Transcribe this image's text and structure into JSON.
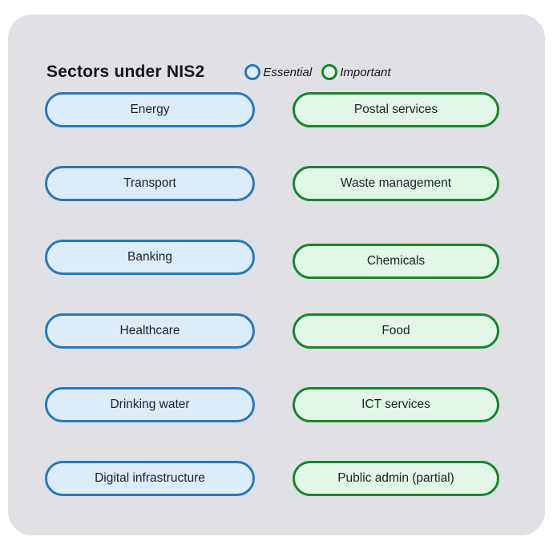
{
  "title": "Sectors under NIS2",
  "legend": [
    {
      "label": "Essential",
      "type": "essential"
    },
    {
      "label": "Important",
      "type": "important"
    }
  ],
  "colors": {
    "card_bg": "#dfe1e4",
    "essential_fill": "#dcecfb",
    "essential_border": "#2878b8",
    "important_fill": "#e1f7e6",
    "important_border": "#17862c",
    "text": "#1c2025",
    "title_text": "#141619"
  },
  "sectors": {
    "essential": [
      "Energy",
      "Transport",
      "Banking",
      "Healthcare",
      "Drinking water",
      "Digital infrastructure"
    ],
    "important": [
      "Postal services",
      "Waste management",
      "Chemicals",
      "Food",
      "ICT services",
      "Public admin (partial)"
    ]
  }
}
